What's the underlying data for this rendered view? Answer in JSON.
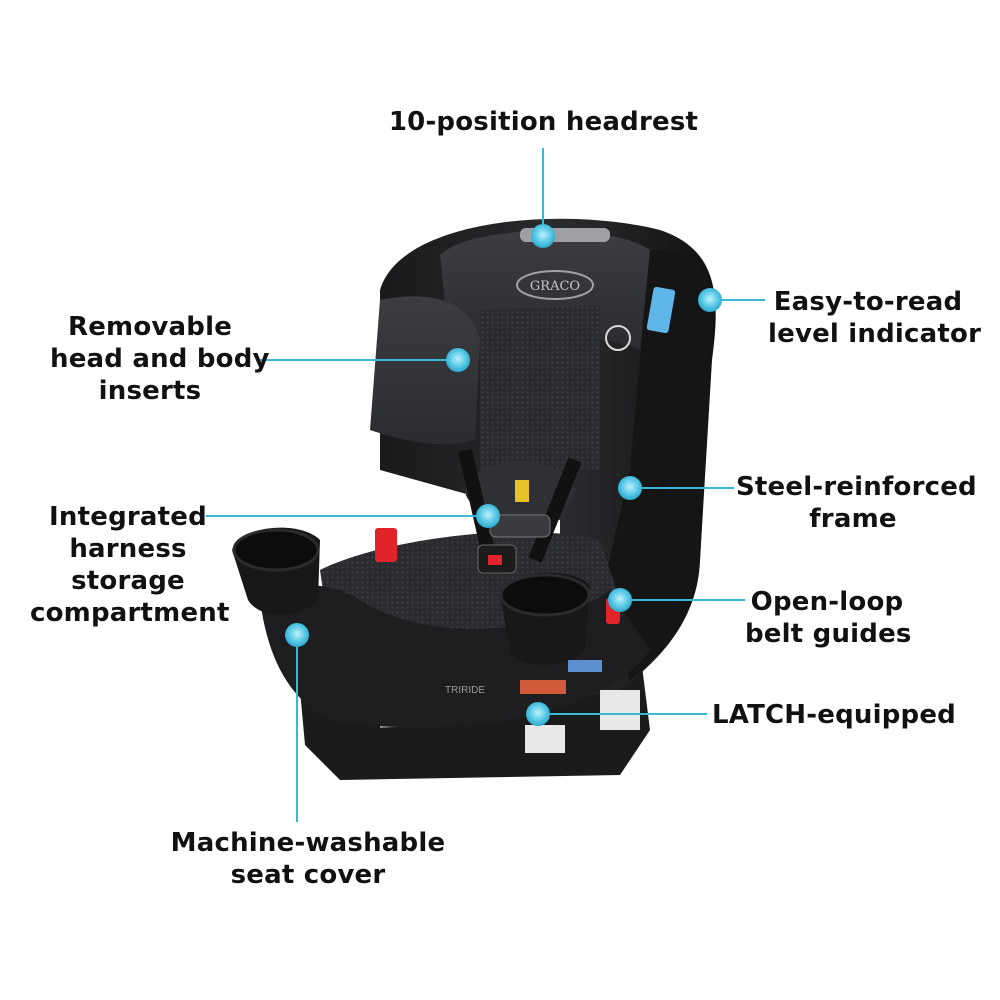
{
  "callouts": {
    "headrest": {
      "lines": [
        "10-position headrest"
      ]
    },
    "inserts": {
      "lines": [
        "Removable",
        "head and body",
        "inserts"
      ]
    },
    "level_indicator": {
      "lines": [
        "Easy-to-read",
        "level indicator"
      ]
    },
    "harness_storage": {
      "lines": [
        "Integrated",
        "harness",
        "storage",
        "compartment"
      ]
    },
    "frame": {
      "lines": [
        "Steel-reinforced",
        "frame"
      ]
    },
    "belt_guides": {
      "lines": [
        "Open-loop",
        "belt guides"
      ]
    },
    "latch": {
      "lines": [
        "LATCH-equipped"
      ]
    },
    "seat_cover": {
      "lines": [
        "Machine-washable",
        "seat cover"
      ]
    }
  },
  "product": {
    "brand_logo": "GRACO",
    "model_label": "TRIRIDE"
  },
  "colors": {
    "accent": "#3bb7d6",
    "accent_light": "#8fdcf0",
    "seat_dark": "#1c1c1e",
    "seat_mid": "#3a3b3e",
    "red_guide": "#e0242a"
  },
  "icons": [
    "callout-dot-icon"
  ]
}
